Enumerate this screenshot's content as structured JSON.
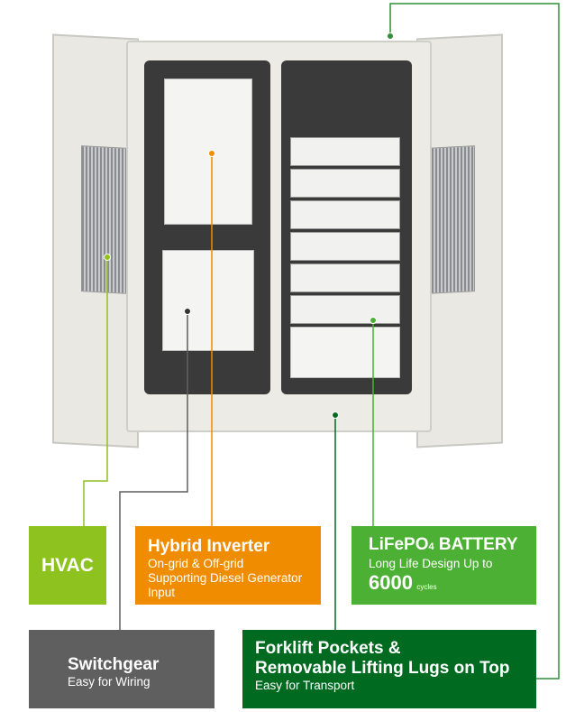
{
  "labels": {
    "hvac": {
      "title": "HVAC"
    },
    "inverter": {
      "title": "Hybrid Inverter",
      "lines": [
        "On-grid & Off-grid",
        "Supporting Diesel Generator",
        "Input"
      ]
    },
    "battery": {
      "title": "LiFePO",
      "sub4": "4",
      "title2": " BATTERY",
      "line": "Long Life Design Up to",
      "cycles_value": "6000",
      "cycles_unit": "cycles"
    },
    "switchgear": {
      "title": "Switchgear",
      "line": "Easy for Wiring"
    },
    "forklift": {
      "title1": "Forklift Pockets &",
      "title2": "Removable Lifting Lugs on Top",
      "line": "Easy for Transport"
    }
  },
  "colors": {
    "hvac": "#8dc21f",
    "inverter": "#f08c00",
    "battery": "#4cb034",
    "switchgear": "#5f5f5f",
    "forklift": "#006b20"
  }
}
